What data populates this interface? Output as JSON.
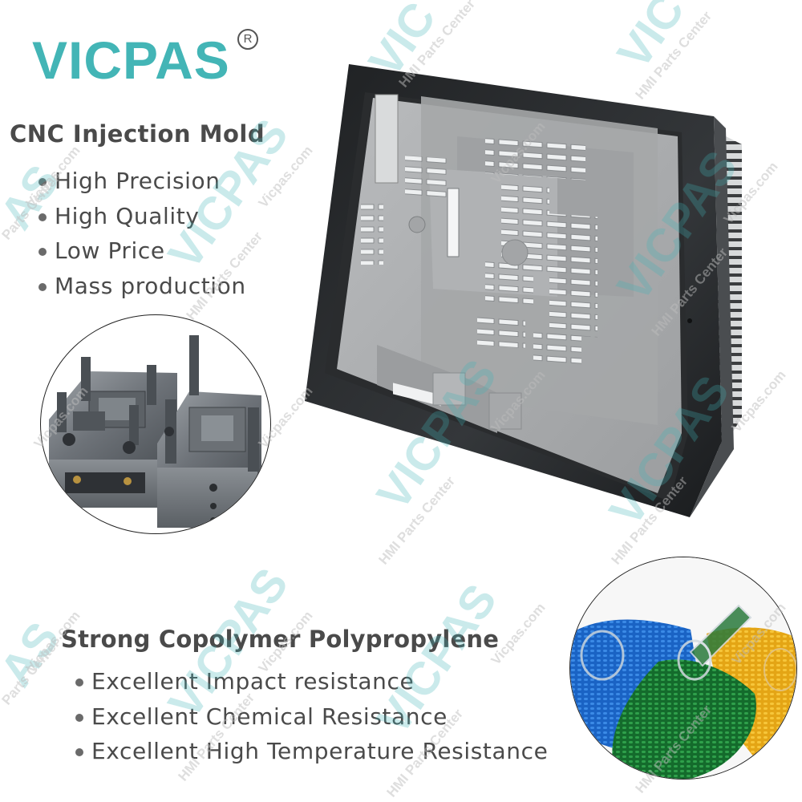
{
  "brand": {
    "logo_text": "VICPAS",
    "registered_mark": "R",
    "logo_color": "#43b5b6"
  },
  "section_mold": {
    "title": "CNC Injection Mold",
    "features": [
      "High Precision",
      "High Quality",
      "Low Price",
      "Mass production"
    ],
    "image_label": "injection-mold-photo"
  },
  "section_material": {
    "title": "Strong Copolymer Polypropylene",
    "features": [
      "Excellent Impact resistance",
      "Excellent Chemical Resistance",
      "Excellent High Temperature Resistance"
    ],
    "image_label": "plastic-pellets-photo",
    "pellet_colors": [
      "#1e6fd0",
      "#1f8a3a",
      "#f2b51c"
    ]
  },
  "product": {
    "image_label": "hmi-panel-rear-housing",
    "bezel_color": "#2b2d2f",
    "housing_color": "#a9abad"
  },
  "watermarks": {
    "brand": "VICPAS",
    "sub": "HMI Parts Center",
    "site": "Vicpas.com",
    "brand_color": "#43b5b6",
    "text_color": "#c4c4c4"
  }
}
